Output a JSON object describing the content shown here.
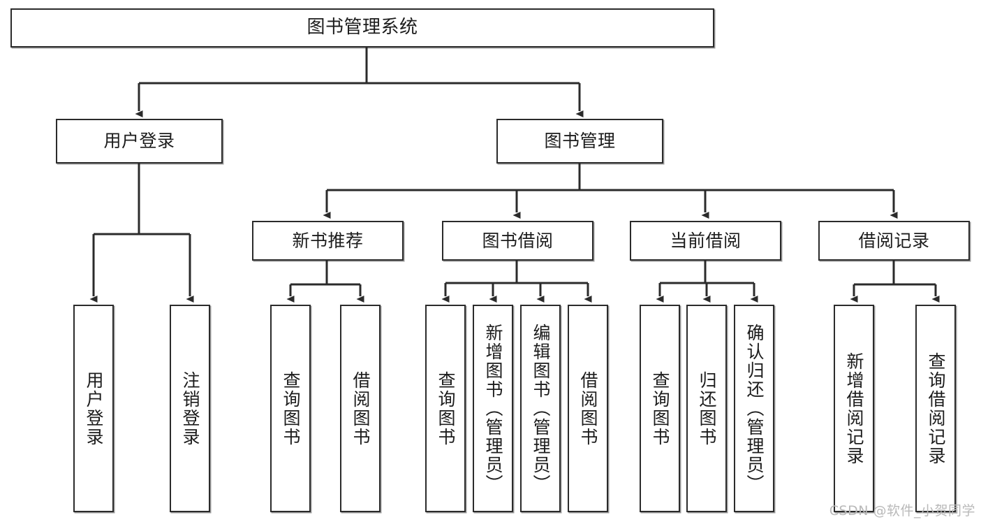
{
  "diagram": {
    "title": "图书管理系统",
    "type": "tree-hierarchy",
    "watermark": "CSDN @软件_小贺同学",
    "colors": {
      "box_border": "#2b2b2b",
      "box_fill": "#ffffff",
      "edge": "#2b2b2b",
      "text": "#1c1c1c",
      "watermark": "#b9b9b9",
      "canvas": "#ffffff"
    },
    "root": {
      "id": "root",
      "label": "图书管理系统",
      "orientation": "horizontal"
    },
    "level2": [
      {
        "id": "user-login",
        "label": "用户登录",
        "orientation": "horizontal"
      },
      {
        "id": "book-manage",
        "label": "图书管理",
        "orientation": "horizontal"
      }
    ],
    "level3": [
      {
        "id": "new-book-recommend",
        "label": "新书推荐",
        "orientation": "horizontal",
        "parent": "book-manage"
      },
      {
        "id": "book-borrow",
        "label": "图书借阅",
        "orientation": "horizontal",
        "parent": "book-manage"
      },
      {
        "id": "current-borrow",
        "label": "当前借阅",
        "orientation": "horizontal",
        "parent": "book-manage"
      },
      {
        "id": "borrow-record",
        "label": "借阅记录",
        "orientation": "horizontal",
        "parent": "book-manage"
      }
    ],
    "leaves": [
      {
        "id": "leaf-user-login",
        "label": "用户登录",
        "orientation": "vertical",
        "parent": "user-login"
      },
      {
        "id": "leaf-user-logout",
        "label": "注销登录",
        "orientation": "vertical",
        "parent": "user-login"
      },
      {
        "id": "leaf-query-book-1",
        "label": "查询图书",
        "orientation": "vertical",
        "parent": "new-book-recommend"
      },
      {
        "id": "leaf-borrow-book-1",
        "label": "借阅图书",
        "orientation": "vertical",
        "parent": "new-book-recommend"
      },
      {
        "id": "leaf-query-book-2",
        "label": "查询图书",
        "orientation": "vertical",
        "parent": "book-borrow"
      },
      {
        "id": "leaf-add-book",
        "label": "新增图书（管理员）",
        "orientation": "vertical",
        "parent": "book-borrow"
      },
      {
        "id": "leaf-edit-book",
        "label": "编辑图书（管理员）",
        "orientation": "vertical",
        "parent": "book-borrow"
      },
      {
        "id": "leaf-borrow-book-2",
        "label": "借阅图书",
        "orientation": "vertical",
        "parent": "book-borrow"
      },
      {
        "id": "leaf-query-book-3",
        "label": "查询图书",
        "orientation": "vertical",
        "parent": "current-borrow"
      },
      {
        "id": "leaf-return-book",
        "label": "归还图书",
        "orientation": "vertical",
        "parent": "current-borrow"
      },
      {
        "id": "leaf-confirm-return",
        "label": "确认归还（管理员）",
        "orientation": "vertical",
        "parent": "current-borrow"
      },
      {
        "id": "leaf-add-record",
        "label": "新增借阅记录",
        "orientation": "vertical",
        "parent": "borrow-record"
      },
      {
        "id": "leaf-query-record",
        "label": "查询借阅记录",
        "orientation": "vertical",
        "parent": "borrow-record"
      }
    ]
  }
}
